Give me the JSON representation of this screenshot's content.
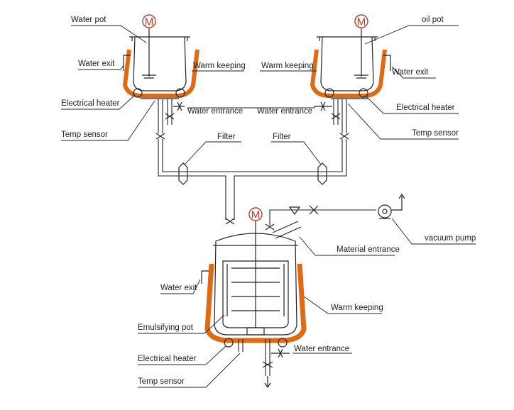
{
  "labels": {
    "water_pot": "Water pot",
    "oil_pot": "oil pot",
    "water_exit_left": "Water exit",
    "water_exit_right": "Water exit",
    "water_exit_bottom": "Water exit",
    "warm_keeping_left": "Warm keeping",
    "warm_keeping_right": "Warm keeping",
    "warm_keeping_bottom": "Warm keeping",
    "electrical_heater_left": "Electrical heater",
    "electrical_heater_right": "Electrical heater",
    "electrical_heater_bottom": "Electrical heater",
    "water_entrance_left": "Water entrance",
    "water_entrance_right": "Water entrance",
    "water_entrance_bottom": "Water entrance",
    "temp_sensor_left": "Temp sensor",
    "temp_sensor_right": "Temp sensor",
    "temp_sensor_bottom": "Temp sensor",
    "filter_left": "Filter",
    "filter_right": "Filter",
    "vacuum_pump": "vacuum pump",
    "material_entrance": "Material entrance",
    "emulsifying_pot": "Emulsifying pot"
  },
  "motor_symbol": "M",
  "colors": {
    "heating_jacket": "#e06a12",
    "motor": "#c0392b",
    "line": "#222222"
  }
}
